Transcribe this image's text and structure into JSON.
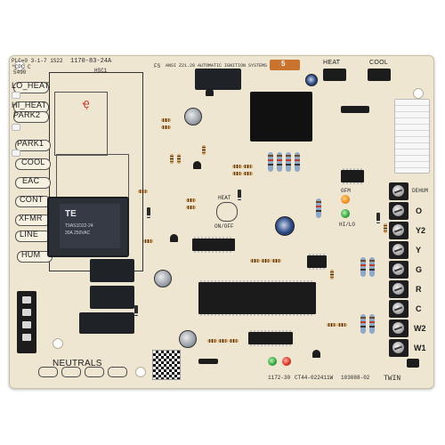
{
  "board": {
    "part_top": "1170-83-24A",
    "top_code": "PLC=0 3-1-7 1S22",
    "top_code2": "*CPC C",
    "top_code3": "5490",
    "hsc": "HSC1",
    "fs": "FS",
    "title_silk": "ANSI Z21.20 AUTOMATIC IGNITION SYSTEMS",
    "heat_top": "HEAT",
    "cool_top": "COOL",
    "heat_led": "HEAT",
    "on_off": "ON/OFF",
    "gfm": "GFM",
    "hi_lo": "HI/LO",
    "bottom_part": "1172-30",
    "bottom_code1": "CT44-022411W",
    "bottom_code2": "103088-02",
    "twin": "TWIN",
    "neutrals": "NEUTRALS",
    "fuse_value": "5"
  },
  "left_labels": [
    "LO_HEAT",
    "HI_HEAT",
    "PARK2",
    "PARK1",
    "COOL",
    "EAC",
    "CONT",
    "XFMR",
    "LINE",
    "HUM"
  ],
  "right_terminals": [
    {
      "label": "DEHUM",
      "side": "label"
    },
    {
      "label": "O"
    },
    {
      "label": "Y2"
    },
    {
      "label": "Y"
    },
    {
      "label": "G"
    },
    {
      "label": "R"
    },
    {
      "label": "C"
    },
    {
      "label": "W2"
    },
    {
      "label": "W1"
    }
  ],
  "relay_text": {
    "brand": "TE",
    "line1": "T9AS1D22-24",
    "line2": "30A 250VAC"
  }
}
